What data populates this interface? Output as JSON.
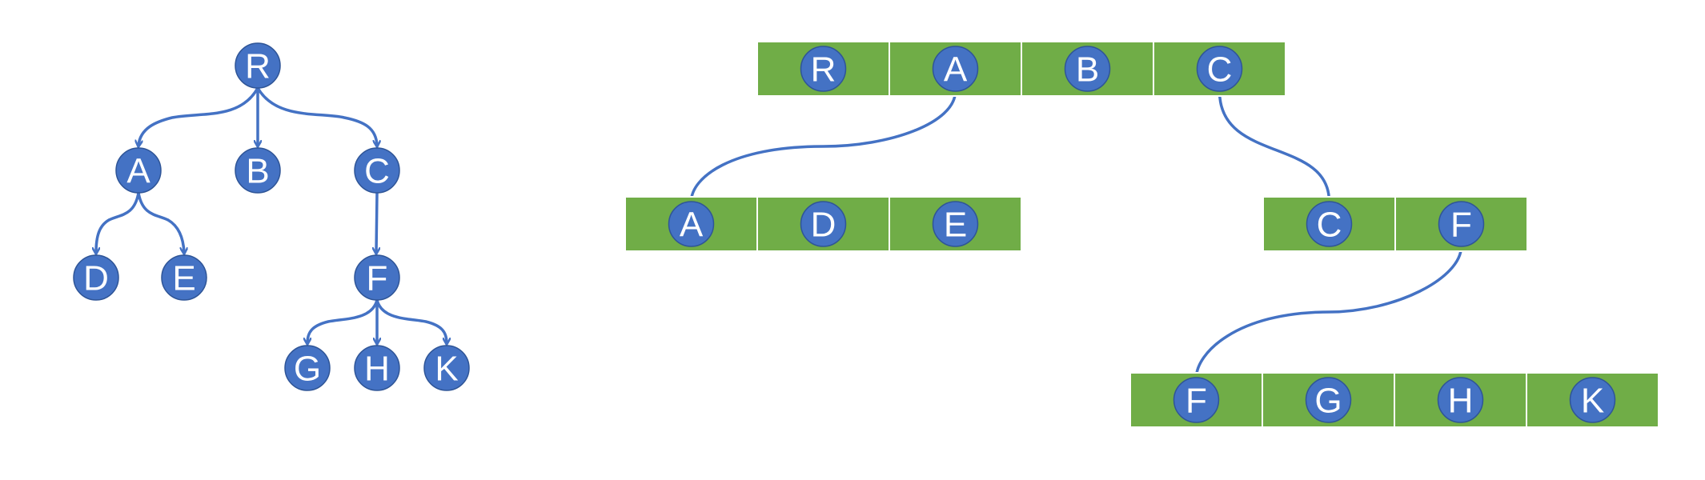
{
  "colors": {
    "node_fill": "#4472c4",
    "edge": "#4472c4",
    "cell_fill": "#70ad47"
  },
  "tree": {
    "nodes": [
      "R",
      "A",
      "B",
      "C",
      "D",
      "E",
      "F",
      "G",
      "H",
      "K"
    ]
  },
  "arrays": {
    "row1": [
      "R",
      "A",
      "B",
      "C"
    ],
    "row2": [
      "A",
      "D",
      "E"
    ],
    "row3": [
      "C",
      "F"
    ],
    "row4": [
      "F",
      "G",
      "H",
      "K"
    ]
  }
}
